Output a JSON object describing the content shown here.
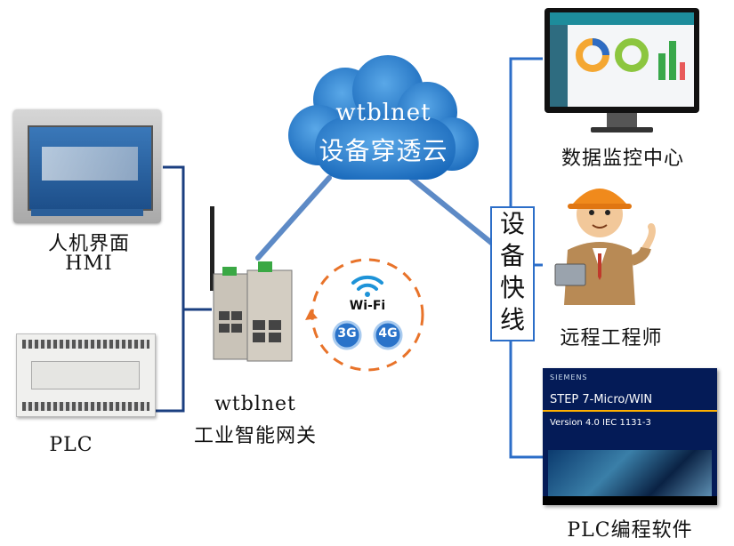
{
  "cloud": {
    "line1": "wtblnet",
    "line2": "设备穿透云"
  },
  "express_line": {
    "chars": [
      "设",
      "备",
      "快",
      "线"
    ]
  },
  "hmi": {
    "label_cn": "人机界面",
    "label_en": "HMI"
  },
  "plc": {
    "label": "PLC"
  },
  "gateway": {
    "line1": "wtblnet",
    "line2": "工业智能网关"
  },
  "wireless": {
    "wifi": "Wi-Fi",
    "badge_3g": "3G",
    "badge_4g": "4G"
  },
  "data_center": {
    "label": "数据监控中心"
  },
  "engineer": {
    "label": "远程工程师"
  },
  "plc_software": {
    "label": "PLC编程软件",
    "brand": "SIEMENS",
    "product": "STEP 7-Micro/WIN",
    "version": "Version 4.0  IEC 1131-3"
  },
  "colors": {
    "line": "#1b3f80",
    "cloud": "#1c78c8",
    "accent_orange": "#e8732a",
    "badge_blue": "#2a73c9"
  }
}
